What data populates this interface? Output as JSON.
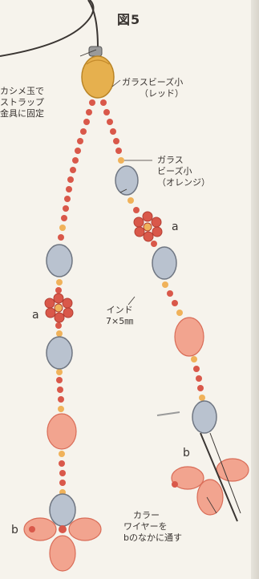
{
  "figure": {
    "title": "図5",
    "labels": {
      "clasp_note": [
        "カシメ玉で",
        "ストラップ",
        "金具に固定"
      ],
      "glass_red": [
        "ガラスビーズ小",
        "（レッド）"
      ],
      "glass_orange": [
        "ガラス",
        "ビーズ小",
        "（オレンジ）"
      ],
      "a_left": "a",
      "a_right": "a",
      "indo": [
        "インド",
        "7×5㎜"
      ],
      "b_left": "b",
      "b_right": "b",
      "wire_note": [
        "カラー",
        "ワイヤーを",
        "bのなかに通す"
      ]
    },
    "colors": {
      "red_bead": "#d9584a",
      "orange_bead": "#f0b25a",
      "indo_bead": "#b9c2cf",
      "pink_bead": "#f2a48f",
      "cord": "#3a3532"
    }
  }
}
